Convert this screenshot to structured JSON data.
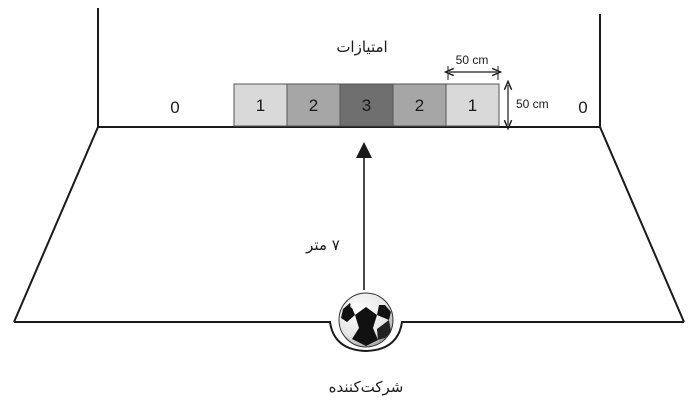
{
  "title": "امتیازات",
  "distance_label": "۷ متر",
  "participant_label": "شرکت‌کننده",
  "left_outer_score": "0",
  "right_outer_score": "0",
  "width_dimension": "50 cm",
  "height_dimension": "50 cm",
  "zones": [
    {
      "label": "1",
      "color": "#d9d9d9"
    },
    {
      "label": "2",
      "color": "#a6a6a6"
    },
    {
      "label": "3",
      "color": "#6f6f6f"
    },
    {
      "label": "2",
      "color": "#a6a6a6"
    },
    {
      "label": "1",
      "color": "#d9d9d9"
    }
  ],
  "line_color": "#1a1a1a",
  "icons": {
    "ball": "soccer-ball-icon",
    "arrow": "arrow-up-icon"
  }
}
